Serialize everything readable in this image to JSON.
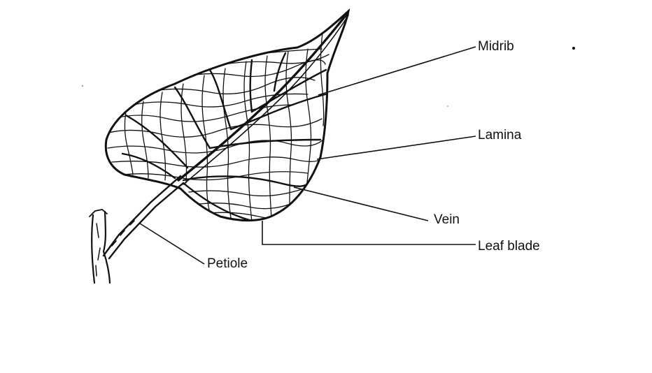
{
  "diagram": {
    "labels": {
      "midrib": "Midrib",
      "lamina": "Lamina",
      "vein": "Vein",
      "leaf_blade": "Leaf blade",
      "petiole": "Petiole"
    },
    "colors": {
      "ink": "#111111",
      "background": "#ffffff"
    }
  }
}
